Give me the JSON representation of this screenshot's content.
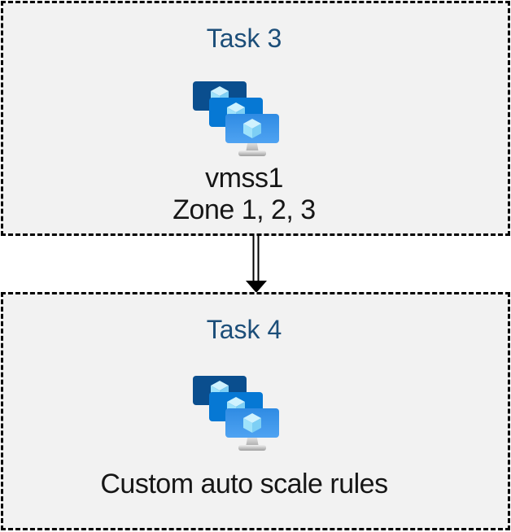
{
  "page": {
    "background": "#ffffff",
    "box_fill": "#f2f2f2",
    "box_border_color": "#000000",
    "box_border_style": "dashed",
    "title_color": "#1c4e79",
    "body_text_color": "#161616"
  },
  "boxes": [
    {
      "title": "Task 3",
      "icon": "virtual-machine-scale-sets",
      "lines": [
        "vmss1",
        "Zone 1, 2, 3"
      ]
    },
    {
      "title": "Task 4",
      "icon": "virtual-machine-scale-sets",
      "lines": [
        "Custom auto scale rules"
      ]
    }
  ],
  "arrow": {
    "type": "double-line-down-arrow",
    "color": "#000000",
    "from": "Task 3 box",
    "to": "Task 4 box"
  },
  "icon_colors": {
    "screen_back": "#0a4e8e",
    "screen_middle": "#0678d4",
    "screen_front_top": "#2f8be3",
    "screen_front_bottom": "#4fa3f2",
    "cube_top": "#cff2fe",
    "cube_left": "#9ee2fb",
    "cube_right": "#7dcff5",
    "stand_light": "#efefef",
    "stand_dark": "#9e9e9e"
  }
}
